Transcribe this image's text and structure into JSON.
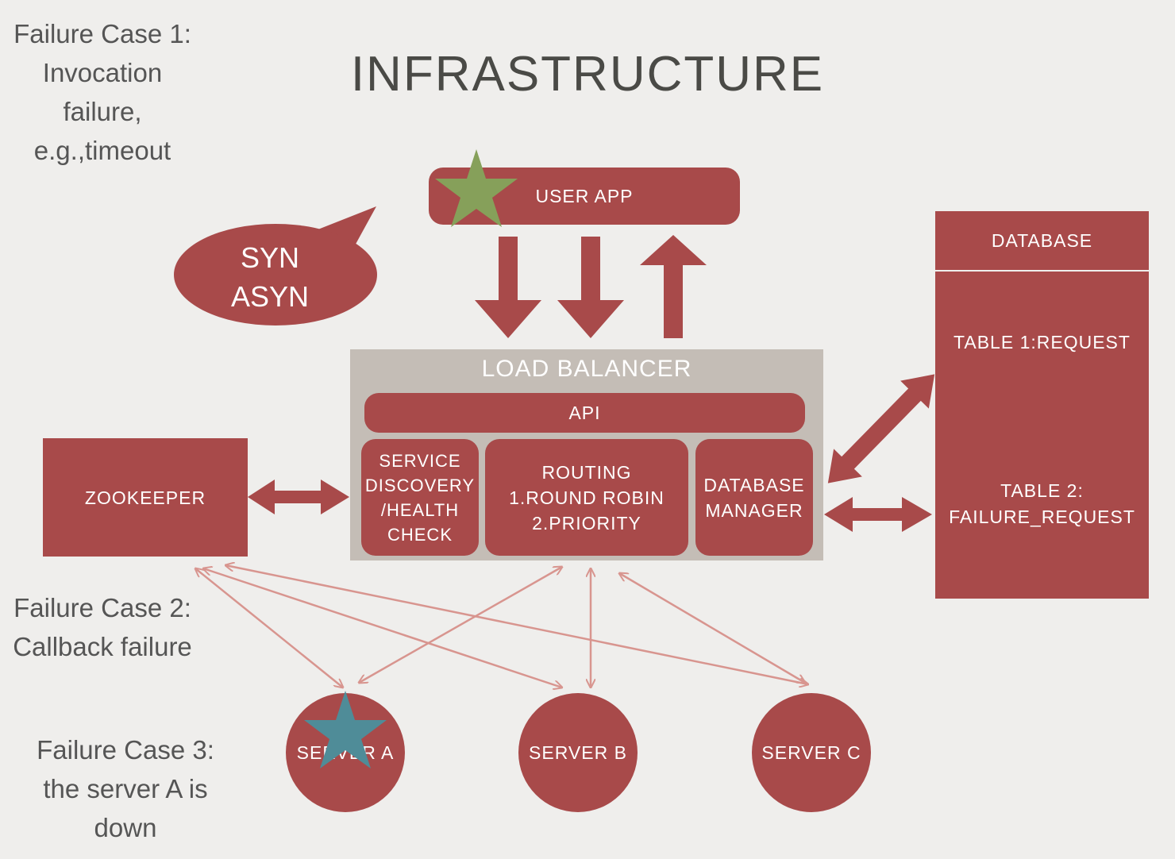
{
  "title": "INFRASTRUCTURE",
  "notes": {
    "case1": "Failure Case 1:\nInvocation\nfailure,\ne.g.,timeout",
    "case2": "Failure Case 2:\nCallback failure",
    "case3": "Failure Case 3:\nthe server A is\ndown"
  },
  "user_app": "USER APP",
  "bubble": "SYN\nASYN",
  "load_balancer": {
    "title": "LOAD BALANCER",
    "api": "API",
    "service_discovery": "SERVICE\nDISCOVERY\n/HEALTH\nCHECK",
    "routing": "ROUTING\n1.ROUND ROBIN\n2.PRIORITY",
    "database_manager": "DATABASE\nMANAGER"
  },
  "zookeeper": "ZOOKEEPER",
  "database": {
    "header": "DATABASE",
    "table1": "TABLE 1:REQUEST",
    "table2": "TABLE 2:\nFAILURE_REQUEST"
  },
  "servers": {
    "a": "SERVER A",
    "b": "SERVER B",
    "c": "SERVER C"
  },
  "colors": {
    "block": "#a84a4a",
    "panel": "#c4bdb6",
    "background": "#efeeec",
    "thin_arrow": "#d8958f",
    "star_user_app": "#86a05a",
    "star_server_a": "#4f8c98"
  },
  "icons": {
    "user_app_marker": "star-icon",
    "server_a_marker": "star-icon"
  }
}
